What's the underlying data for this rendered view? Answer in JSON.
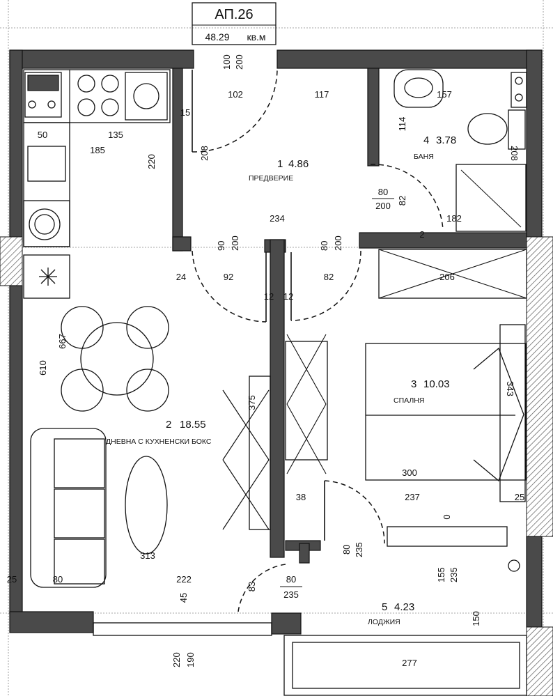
{
  "apartment": {
    "name": "АП.26",
    "area": "48.29",
    "unit": "кв.м"
  },
  "rooms": [
    {
      "number": "1",
      "area": "4.86",
      "name": "ПРЕДВЕРИЕ"
    },
    {
      "number": "2",
      "area": "18.55",
      "name": "ДНЕВНА С КУХНЕНСКИ БОКС"
    },
    {
      "number": "3",
      "area": "10.03",
      "name": "СПАЛНЯ"
    },
    {
      "number": "4",
      "area": "3.78",
      "name": "БАНЯ"
    },
    {
      "number": "5",
      "area": "4.23",
      "name": "ЛОДЖИЯ"
    }
  ],
  "door_labels": {
    "entrance": {
      "width": "100",
      "height": "200"
    },
    "bathroom": {
      "width": "80",
      "height": "200"
    },
    "living": {
      "width": "90",
      "height": "200"
    },
    "bedroom": {
      "width": "80",
      "height": "200"
    },
    "loggia_living": {
      "width": "80",
      "height": "235"
    },
    "loggia_bedroom": {
      "width": "80",
      "height": "235"
    },
    "window_bedroom": {
      "width": "155",
      "height": "235"
    },
    "window_living": {
      "width": "220",
      "height": "190"
    }
  },
  "dimensions": {
    "d102": "102",
    "d117": "117",
    "d157": "157",
    "d114": "114",
    "d15": "15",
    "d208": "208",
    "d50": "50",
    "d135": "135",
    "d185": "185",
    "d220": "220",
    "d234": "234",
    "d82a": "82",
    "d182": "182",
    "d2": "2",
    "d208b": "208",
    "d24": "24",
    "d92": "92",
    "d82b": "82",
    "d206": "206",
    "d12a": "12",
    "d12b": "12",
    "d667": "667",
    "d610": "610",
    "d375": "375",
    "d343": "343",
    "d300": "300",
    "d38": "38",
    "d237": "237",
    "d25a": "25",
    "d0": "0",
    "d313": "313",
    "d25b": "25",
    "d80": "80",
    "d222": "222",
    "d83": "83",
    "d45": "45",
    "d150": "150",
    "d277": "277"
  }
}
